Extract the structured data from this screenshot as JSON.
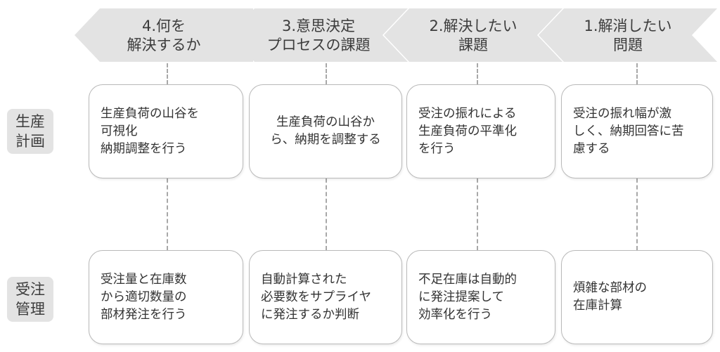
{
  "header": {
    "steps": [
      {
        "label": "4.何を\n解決するか"
      },
      {
        "label": "3.意思決定\nプロセスの課題"
      },
      {
        "label": "2.解決したい\n課題"
      },
      {
        "label": "1.解消したい\n問題"
      }
    ]
  },
  "rows": [
    {
      "label": "生産\n計画",
      "cells": [
        "生産負荷の山谷を\n可視化\n納期調整を行う",
        "生産負荷の山谷か\nら、納期を調整する",
        "受注の振れによる\n生産負荷の平準化\nを行う",
        "受注の振れ幅が激\nしく、納期回答に苦\n慮する"
      ]
    },
    {
      "label": "受注\n管理",
      "cells": [
        "受注量と在庫数\nから適切数量の\n部材発注を行う",
        "自動計算された\n必要数をサプライヤ\nに発注するか判断",
        "不足在庫は自動的\nに発注提案して\n効率化を行う",
        "煩雑な部材の\n在庫計算"
      ]
    }
  ],
  "colors": {
    "chevron_fill": "#e3e3e3",
    "box_border": "#b9b9b9",
    "dash": "#a8a8a8",
    "text": "#333333"
  }
}
